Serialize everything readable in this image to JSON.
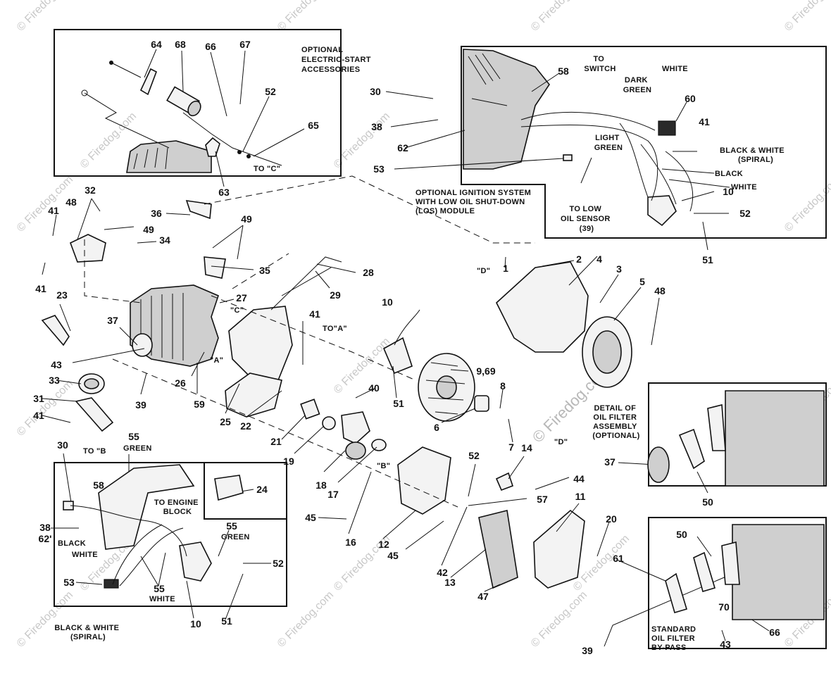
{
  "watermark": {
    "small": "© Firedog.com",
    "large": "© Firedog.com"
  },
  "captions": {
    "electric_start": [
      "OPTIONAL",
      "ELECTRIC-START",
      "ACCESSORIES"
    ],
    "ignition": [
      "OPTIONAL IGNITION SYSTEM",
      "WITH LOW OIL SHUT-DOWN",
      "(LOS) MODULE"
    ],
    "oil_filter_detail": [
      "DETAIL OF",
      "OIL FILTER",
      "ASSEMBLY",
      "(OPTIONAL)"
    ],
    "oil_bypass": [
      "STANDARD",
      "OIL FILTER",
      "BY-PASS"
    ]
  },
  "wire_labels": {
    "to_switch": [
      "TO",
      "SWITCH"
    ],
    "white_top": "WHITE",
    "dark_green": [
      "DARK",
      "GREEN"
    ],
    "light_green": [
      "LIGHT",
      "GREEN"
    ],
    "black_white_spiral": [
      "BLACK & WHITE",
      "(SPIRAL)"
    ],
    "black": "BLACK",
    "white_mid": "WHITE",
    "to_low_oil": [
      "TO LOW",
      "OIL SENSOR",
      "(39)"
    ],
    "green_55_a": "GREEN",
    "to_engine_block": [
      "TO ENGINE",
      "BLOCK"
    ],
    "green_55_b": "GREEN",
    "black_left": "BLACK",
    "white_left": "WHITE",
    "white_55": "WHITE",
    "black_white_bottom": [
      "BLACK & WHITE",
      "(SPIRAL)"
    ]
  },
  "connectors": {
    "to_c_top": "TO \"C\"",
    "c": "\"C\"",
    "a": "\"A\"",
    "to_a": "TO\"A\"",
    "d_left": "\"D\"",
    "d_right": "\"D\"",
    "b": "\"B\"",
    "to_b": "TO \"B"
  },
  "part_numbers": {
    "p64": "64",
    "p68": "68",
    "p66a": "66",
    "p67": "67",
    "p52a": "52",
    "p65": "65",
    "p63": "63",
    "p30a": "30",
    "p58a": "58",
    "p38a": "38",
    "p62": "62",
    "p53a": "53",
    "p60": "60",
    "p41a": "41",
    "p10a": "10",
    "p52b": "52",
    "p51a": "51",
    "p32": "32",
    "p48a": "48",
    "p41b": "41",
    "p49a": "49",
    "p36": "36",
    "p49b": "49",
    "p34": "34",
    "p35": "35",
    "p41c": "41",
    "p23": "23",
    "p27": "27",
    "p1": "1",
    "p2": "2",
    "p4": "4",
    "p3": "3",
    "p5": "5",
    "p48b": "48",
    "p28": "28",
    "p29": "29",
    "p10b": "10",
    "p41d": "41",
    "p37a": "37",
    "p43a": "43",
    "p33": "33",
    "p26": "26",
    "p59": "59",
    "p39": "39",
    "p31": "31",
    "p41e": "41",
    "p25": "25",
    "p22": "22",
    "p9": "9,69",
    "p8": "8",
    "p40": "40",
    "p51b": "51",
    "p6": "6",
    "p7": "7",
    "p21": "21",
    "p19": "19",
    "p18": "18",
    "p17": "17",
    "p16": "16",
    "p12": "12",
    "p45a": "45",
    "p45b": "45",
    "p52c": "52",
    "p14": "14",
    "p44": "44",
    "p57": "57",
    "p42": "42",
    "p13": "13",
    "p47": "47",
    "p11": "11",
    "p20": "20",
    "p30b": "30",
    "p55a": "55",
    "p58b": "58",
    "p24": "24",
    "p55b": "55",
    "p38b": "38",
    "p62b": "62'",
    "p52d": "52",
    "p53b": "53",
    "p55c": "55",
    "p10c": "10",
    "p51c": "51",
    "p37b": "37",
    "p50a": "50",
    "p50b": "50",
    "p61": "61",
    "p70": "70",
    "p66b": "66",
    "p43b": "43",
    "p39b": "39"
  }
}
